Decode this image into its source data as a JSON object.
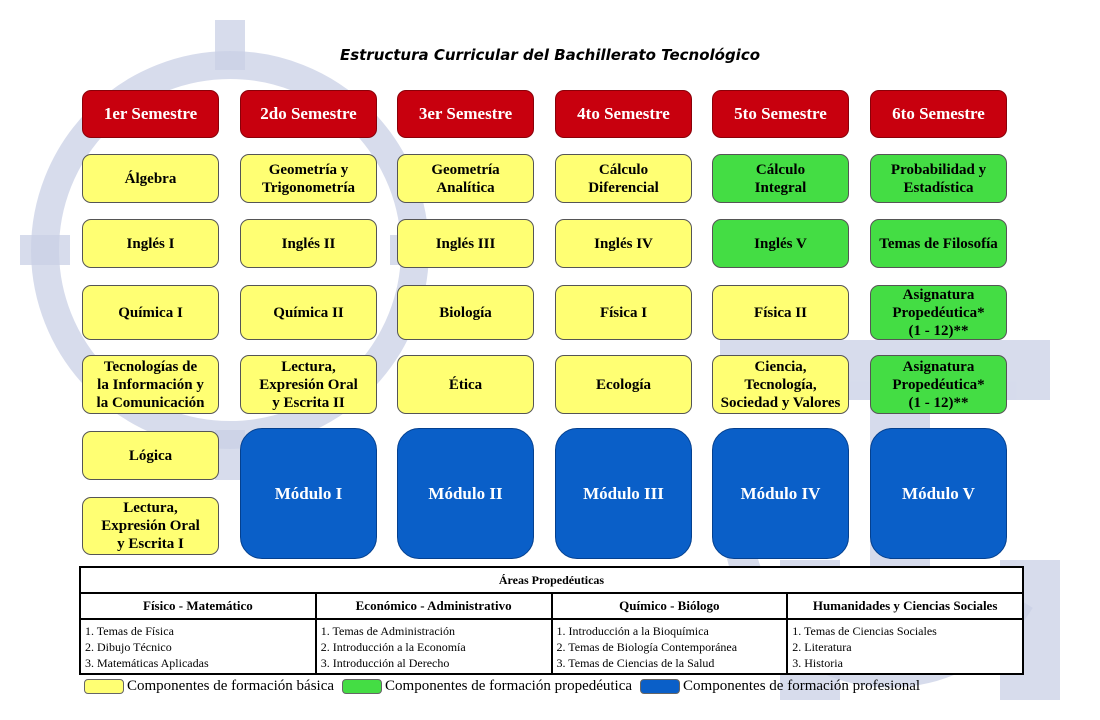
{
  "title": "Estructura Curricular del Bachillerato Tecnológico",
  "colors": {
    "header": "#c8000e",
    "basica": "#ffff73",
    "propedeutica": "#44dd44",
    "profesional": "#0a5fc8"
  },
  "semesters": [
    {
      "label": "1er Semestre",
      "subjects": [
        "Álgebra",
        "Inglés I",
        "Química I",
        "Tecnologías de\nla Información y\nla Comunicación",
        "Lógica",
        "Lectura,\nExpresión Oral\ny Escrita I"
      ]
    },
    {
      "label": "2do Semestre",
      "subjects": [
        "Geometría y\nTrigonometría",
        "Inglés II",
        "Química II",
        "Lectura,\nExpresión Oral\ny Escrita II"
      ],
      "module": "Módulo I"
    },
    {
      "label": "3er Semestre",
      "subjects": [
        "Geometría\nAnalítica",
        "Inglés III",
        "Biología",
        "Ética"
      ],
      "module": "Módulo II"
    },
    {
      "label": "4to Semestre",
      "subjects": [
        "Cálculo\nDiferencial",
        "Inglés IV",
        "Física I",
        "Ecología"
      ],
      "module": "Módulo III"
    },
    {
      "label": "5to Semestre",
      "subjects": [
        "Cálculo\nIntegral",
        "Inglés V",
        "Física II",
        "Ciencia,\nTecnología,\nSociedad y Valores"
      ],
      "module": "Módulo IV"
    },
    {
      "label": "6to Semestre",
      "subjects": [
        "Probabilidad y\nEstadística",
        "Temas de Filosofía",
        "Asignatura\nPropedéutica*\n(1 - 12)**",
        "Asignatura\nPropedéutica*\n(1 - 12)**"
      ],
      "module": "Módulo V"
    }
  ],
  "areas": {
    "title": "Áreas Propedéuticas",
    "columns": [
      {
        "name": "Físico - Matemático",
        "items": [
          "1. Temas de Física",
          "2. Dibujo Técnico",
          "3. Matemáticas Aplicadas"
        ]
      },
      {
        "name": "Económico - Administrativo",
        "items": [
          "1. Temas de Administración",
          "2. Introducción a la Economía",
          "3. Introducción al Derecho"
        ]
      },
      {
        "name": "Químico - Biólogo",
        "items": [
          "1. Introducción a la Bioquímica",
          "2. Temas de Biología Contemporánea",
          "3. Temas de Ciencias de la Salud"
        ]
      },
      {
        "name": "Humanidades y Ciencias Sociales",
        "items": [
          "1. Temas de Ciencias Sociales",
          "2. Literatura",
          "3. Historia"
        ]
      }
    ]
  },
  "legend": {
    "basica": "Componentes de formación básica",
    "propedeutica": "Componentes de formación propedéutica",
    "profesional": "Componentes de formación profesional"
  }
}
